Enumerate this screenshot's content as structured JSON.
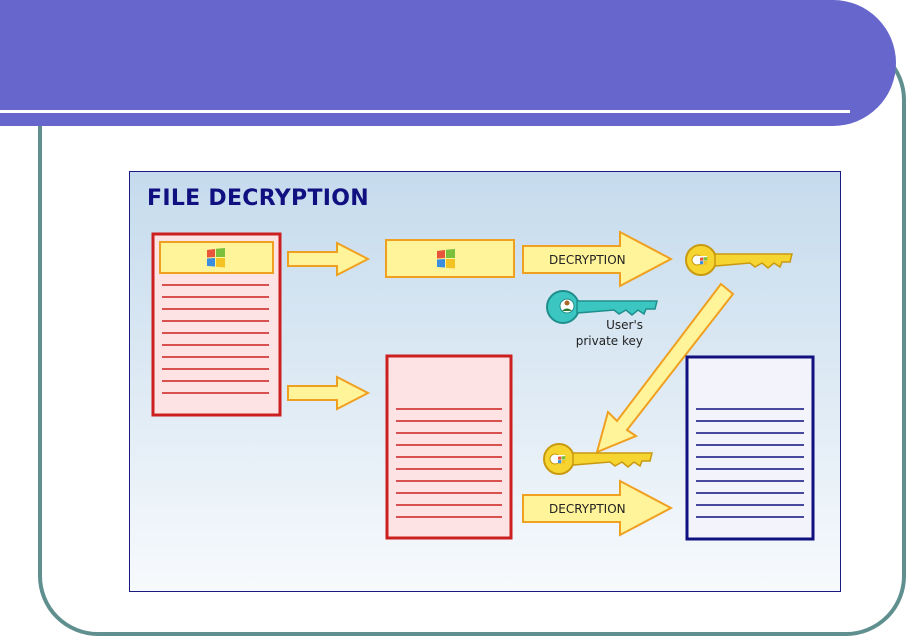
{
  "diagram": {
    "title": "FILE DECRYPTION",
    "arrow_top_label": "DECRYPTION",
    "arrow_bottom_label": "DECRYPTION",
    "private_key_caption_line1": "User's",
    "private_key_caption_line2": "private key"
  },
  "colors": {
    "header": "#6666cc",
    "frame": "#5f8f8f",
    "encrypted_file_border": "#cc1f1f",
    "encrypted_file_fill": "#fde3e3",
    "decrypted_file_border": "#101080",
    "decrypted_file_fill": "#f3f3fb",
    "arrow_fill": "#fff49a",
    "arrow_stroke": "#f0a020",
    "fek_key": "#f6d531",
    "private_key": "#3cc6c2"
  },
  "icons": [
    "windows-logo-icon",
    "file-encryption-key-icon",
    "user-private-key-icon"
  ]
}
